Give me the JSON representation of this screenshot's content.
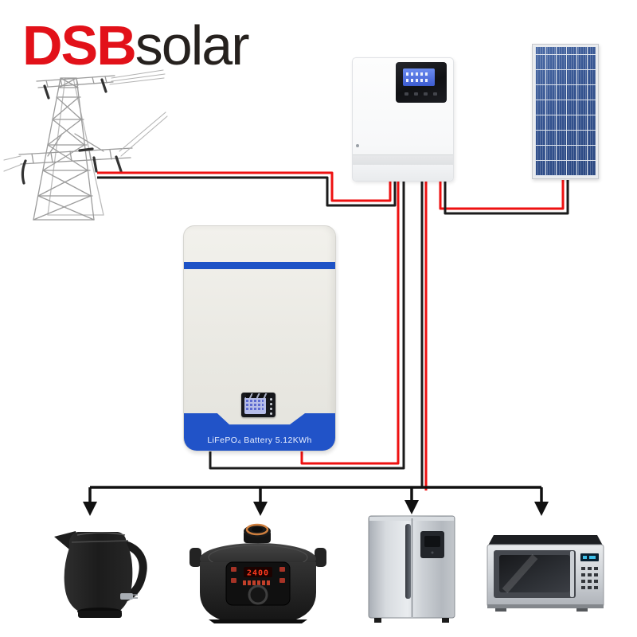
{
  "brand": {
    "name_bold": "DSB",
    "name_light": "solar"
  },
  "battery": {
    "label": "LiFePO₄ Battery 5.12KWh"
  },
  "pressure_cooker": {
    "display": "2400"
  },
  "colors": {
    "logo_red": "#e21119",
    "wire_red": "#ee1111",
    "wire_black": "#1b1b1b",
    "battery_blue": "#2153c8",
    "battery_stripe_blue": "#1d52c6",
    "panel_blue": "#33528f",
    "inverter_lcd_blue": "#4d68d8",
    "cooker_display_red": "#ff3a1e"
  }
}
